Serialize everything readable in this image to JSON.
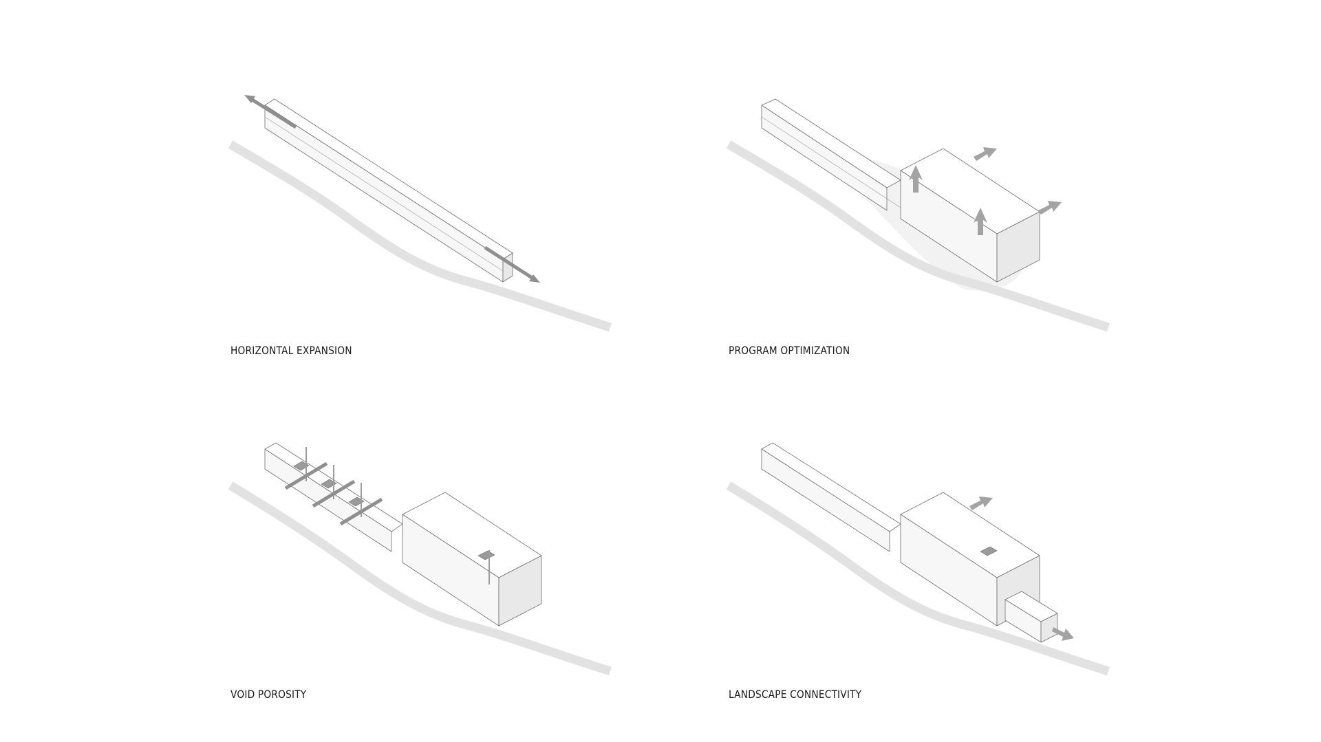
{
  "panels": [
    {
      "caption": "HORIZONTAL EXPANSION"
    },
    {
      "caption": "PROGRAM OPTIMIZATION"
    },
    {
      "caption": "VOID POROSITY"
    },
    {
      "caption": "LANDSCAPE CONNECTIVITY"
    }
  ],
  "colors": {
    "ground": "#e2e2e2",
    "outline": "#6e6e6e",
    "arrow": "#8f8f8f",
    "caption": "#1a1a1a"
  }
}
